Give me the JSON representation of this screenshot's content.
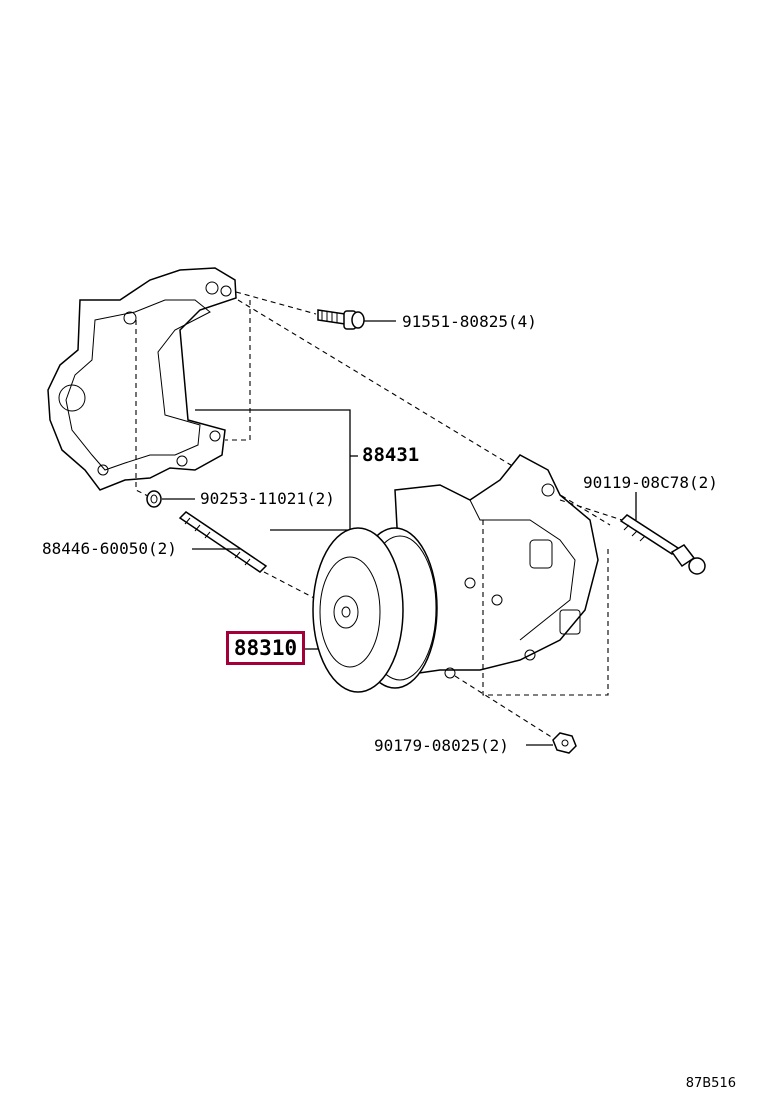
{
  "labels": {
    "bolt_91551": "91551-80825(4)",
    "bracket_88431": "88431",
    "nut_90253": "90253-11021(2)",
    "bolt_90119": "90119-08C78(2)",
    "stud_88446": "88446-60050(2)",
    "compressor_88310": "88310",
    "nut_90179": "90179-08025(2)"
  },
  "figure_code": "87B516",
  "highlight_color": "#a3003a"
}
